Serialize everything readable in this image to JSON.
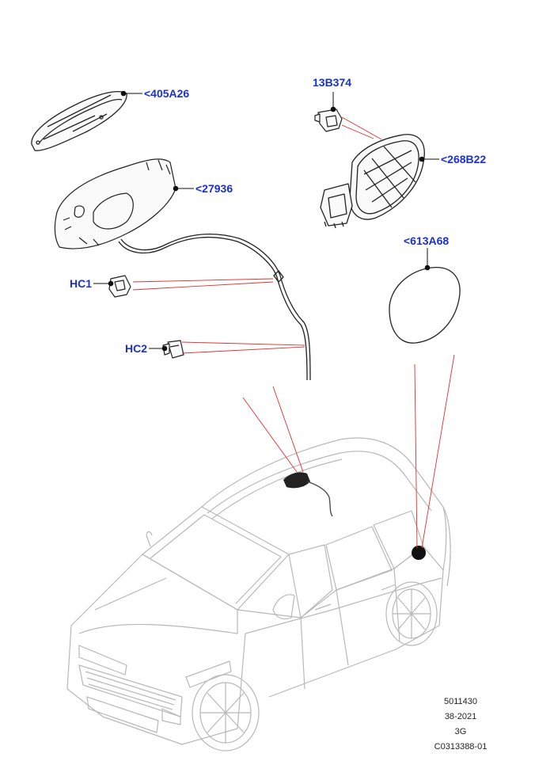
{
  "callouts": {
    "c405": "<405A26",
    "c27936": "<27936",
    "c13b": "13B374",
    "c268": "<268B22",
    "c613": "<613A68",
    "hc1": "HC1",
    "hc2": "HC2"
  },
  "ref": {
    "line1": "5011430",
    "line2": "38-2021",
    "line3": "3G",
    "line4": "C0313388-01"
  },
  "colors": {
    "callout": "#1a2fd6",
    "leader": "#e03030",
    "part_stroke": "#222222",
    "vehicle_stroke": "#b8b8b8"
  }
}
